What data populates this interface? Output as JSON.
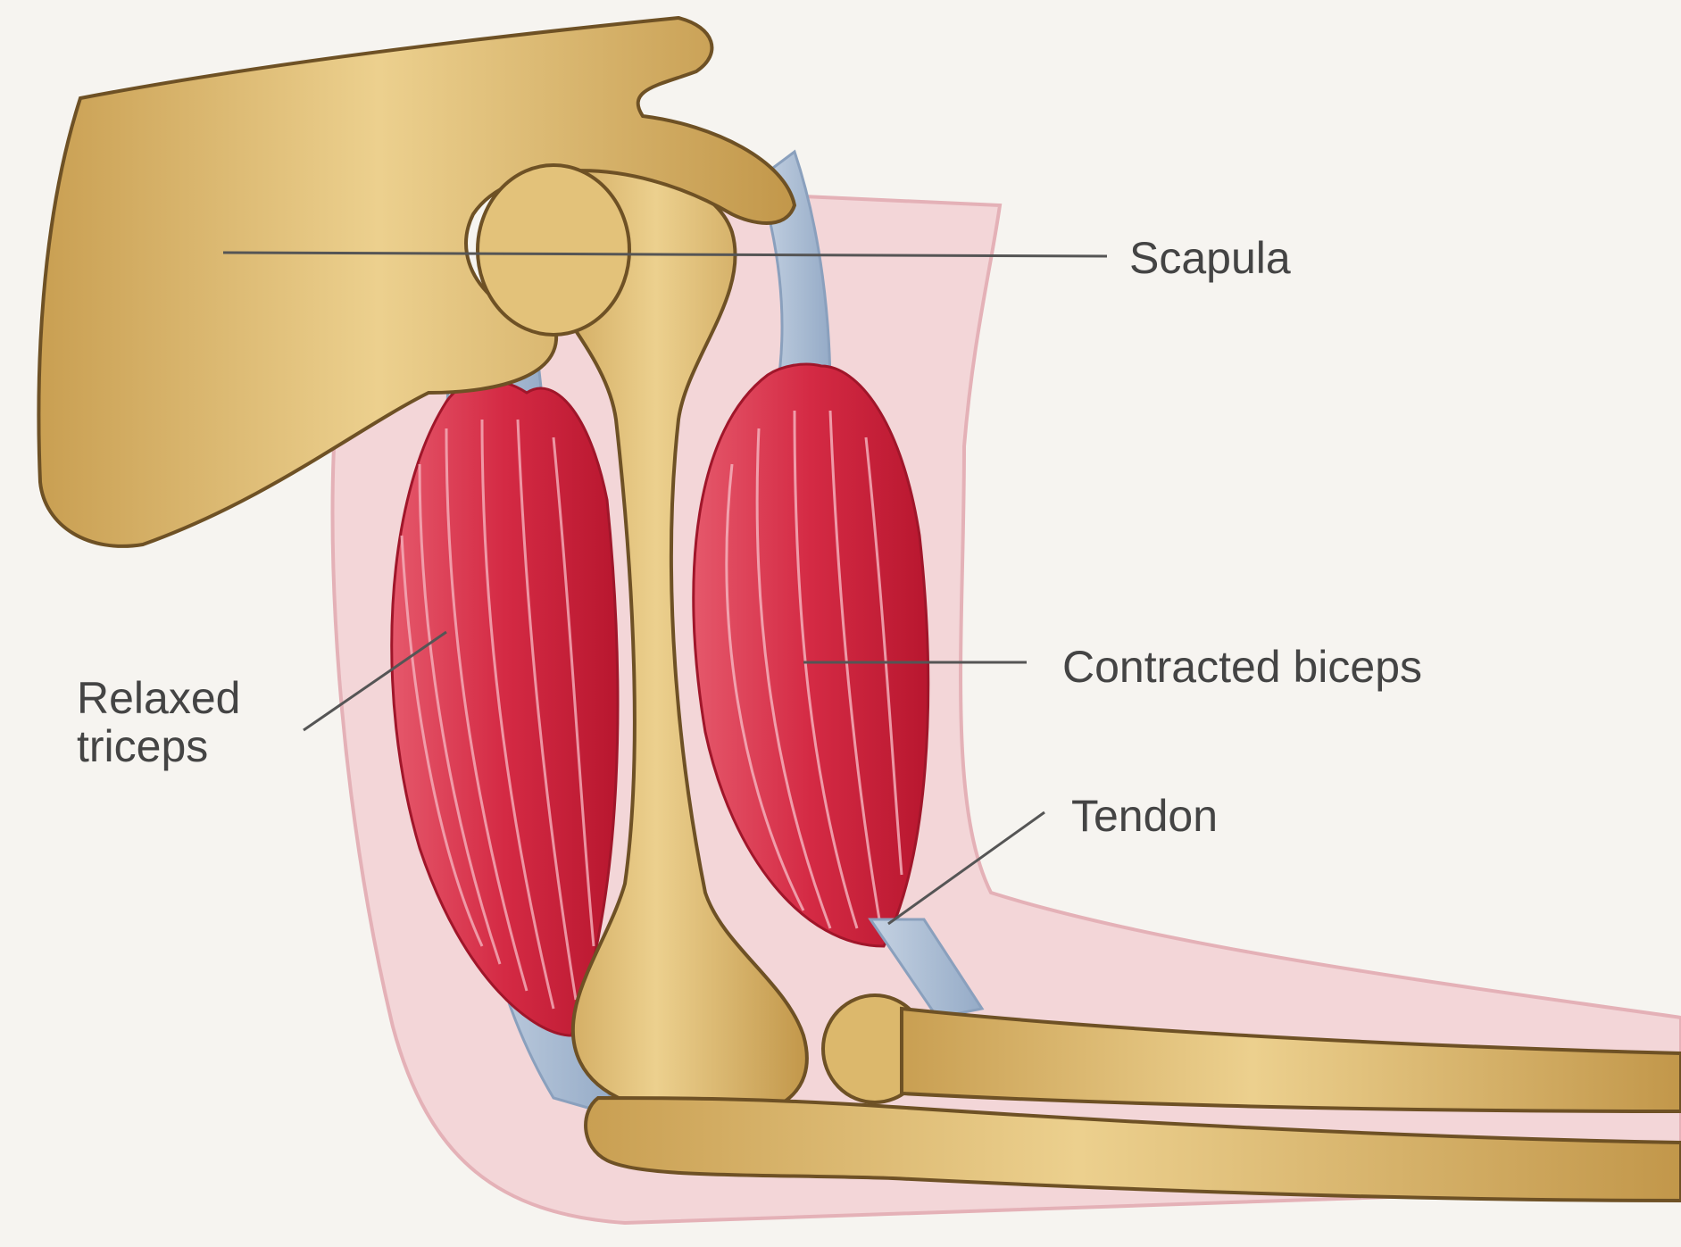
{
  "labels": {
    "scapula": "Scapula",
    "contracted_biceps": "Contracted biceps",
    "tendon": "Tendon",
    "relaxed_triceps_line1": "Relaxed",
    "relaxed_triceps_line2": "triceps"
  },
  "colors": {
    "background": "#f6f4f0",
    "bone": "#e2c27a",
    "bone_shadow": "#b48a3e",
    "muscle": "#d42a44",
    "muscle_fiber": "#f3a3b0",
    "tendon": "#a9bcd4",
    "skin": "#f2cdd1",
    "label_text": "#444444",
    "leader_line": "#555555"
  }
}
